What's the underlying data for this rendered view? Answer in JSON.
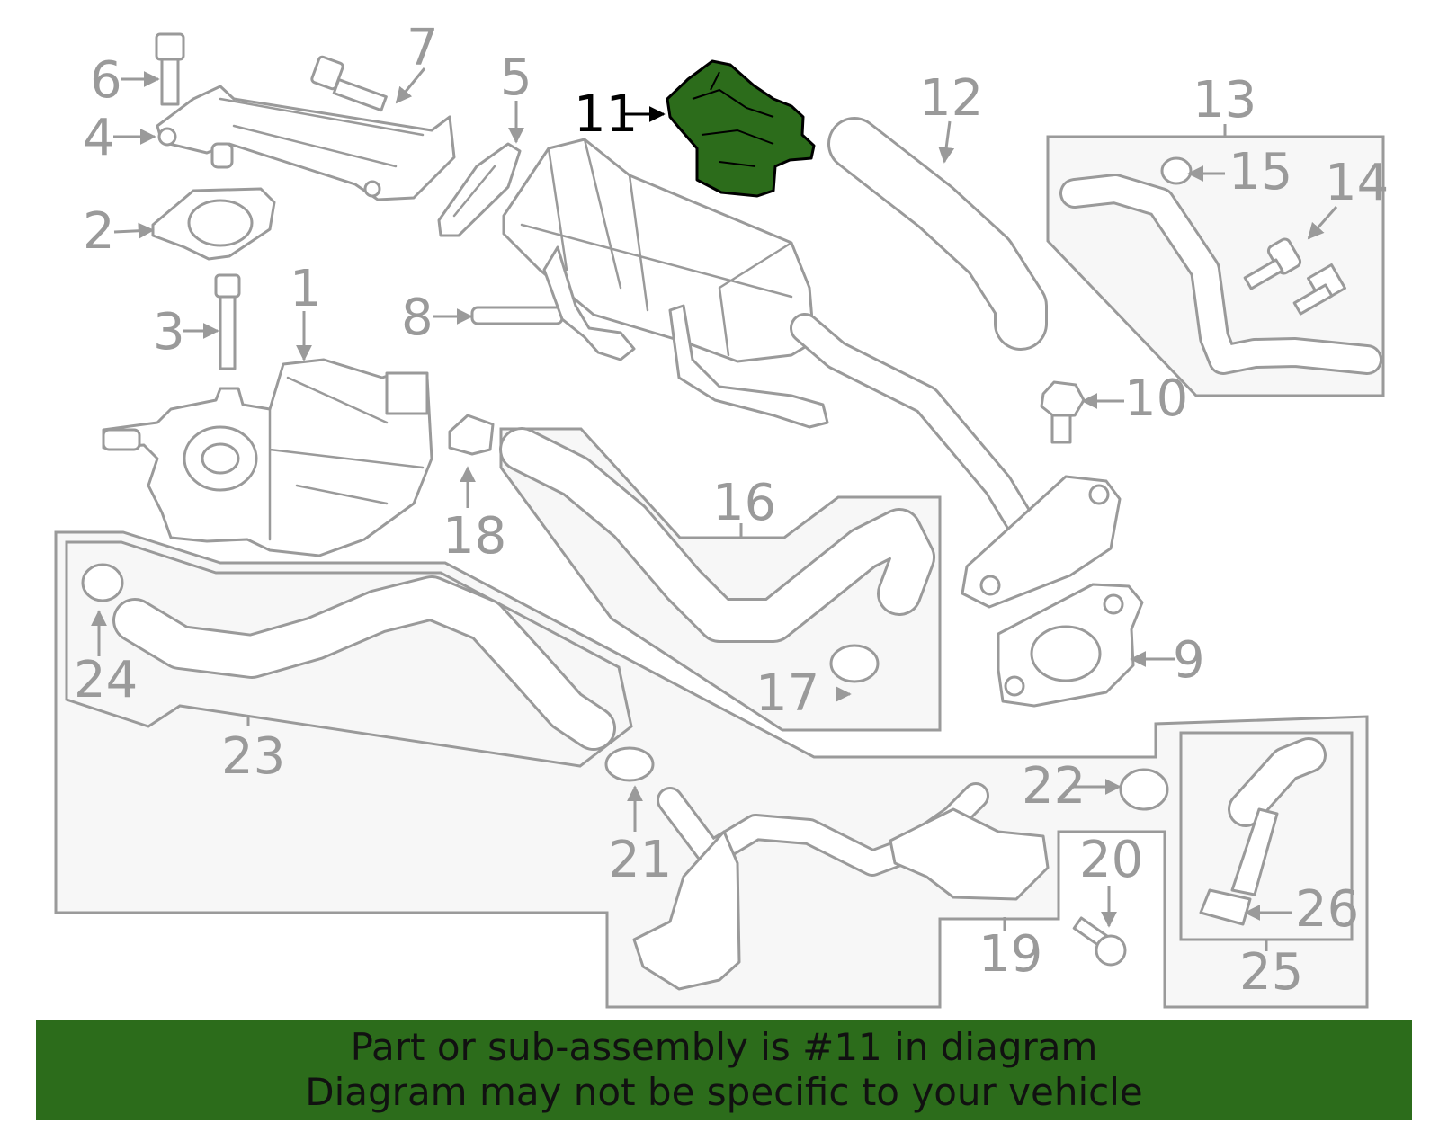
{
  "highlight_color": "#2c6c1b",
  "highlighted_part": "11",
  "callouts": [
    "1",
    "2",
    "3",
    "4",
    "5",
    "6",
    "7",
    "8",
    "9",
    "10",
    "11",
    "12",
    "13",
    "14",
    "15",
    "16",
    "17",
    "18",
    "19",
    "20",
    "21",
    "22",
    "23",
    "24",
    "25",
    "26"
  ],
  "banner": {
    "line1": "Part or sub-assembly is #11 in diagram",
    "line2": "Diagram may not be specific to your vehicle"
  }
}
